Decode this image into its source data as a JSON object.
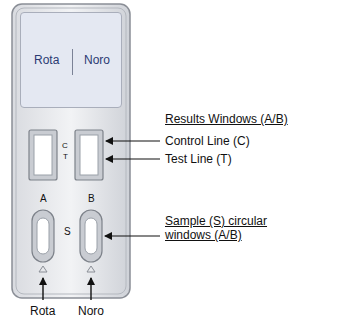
{
  "diagram": {
    "nodes": [
      {
        "text": [
          "Rota",
          "Noro"
        ]
      }
    ],
    "labels": [
      "C",
      "T",
      "A",
      "S",
      "B",
      "Results Windows (A/B)",
      "Control Line (C)",
      "Test Line (T)",
      "Sample (S) circular windows (A/B)",
      "Rota",
      "Noro"
    ]
  }
}
